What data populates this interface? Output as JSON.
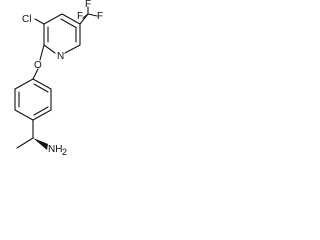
{
  "molecule": {
    "atoms": {
      "chlorine": "Cl",
      "ring_nitrogen": "N",
      "ether_oxygen": "O",
      "fluorine_top": "F",
      "fluorine_left": "F",
      "fluorine_right": "F",
      "amine": "NH",
      "amine_subscript": "2"
    }
  }
}
